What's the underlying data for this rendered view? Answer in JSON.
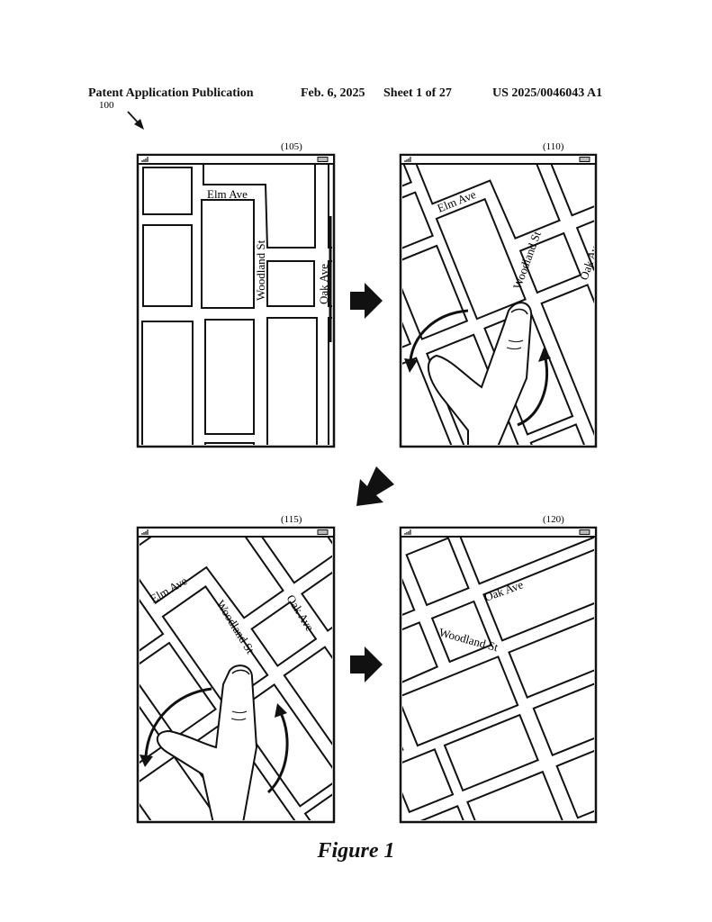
{
  "header": {
    "publication": "Patent Application Publication",
    "date": "Feb. 6, 2025",
    "sheet": "Sheet 1 of 27",
    "number": "US 2025/0046043 A1"
  },
  "figure": {
    "ref": "100",
    "caption": "Figure 1",
    "panels": [
      {
        "ref": "(105)",
        "labels": {
          "elm": "Elm Ave",
          "woodland": "Woodland St",
          "oak": "Oak Ave"
        }
      },
      {
        "ref": "(110)",
        "labels": {
          "elm": "Elm Ave",
          "woodland": "Woodland St",
          "oak": "Oak Ave"
        }
      },
      {
        "ref": "(115)",
        "labels": {
          "elm": "Elm Ave",
          "woodland": "Woodland St",
          "oak": "Oak Ave"
        }
      },
      {
        "ref": "(120)",
        "labels": {
          "woodland": "Woodland St",
          "oak": "Oak Ave"
        }
      }
    ]
  }
}
